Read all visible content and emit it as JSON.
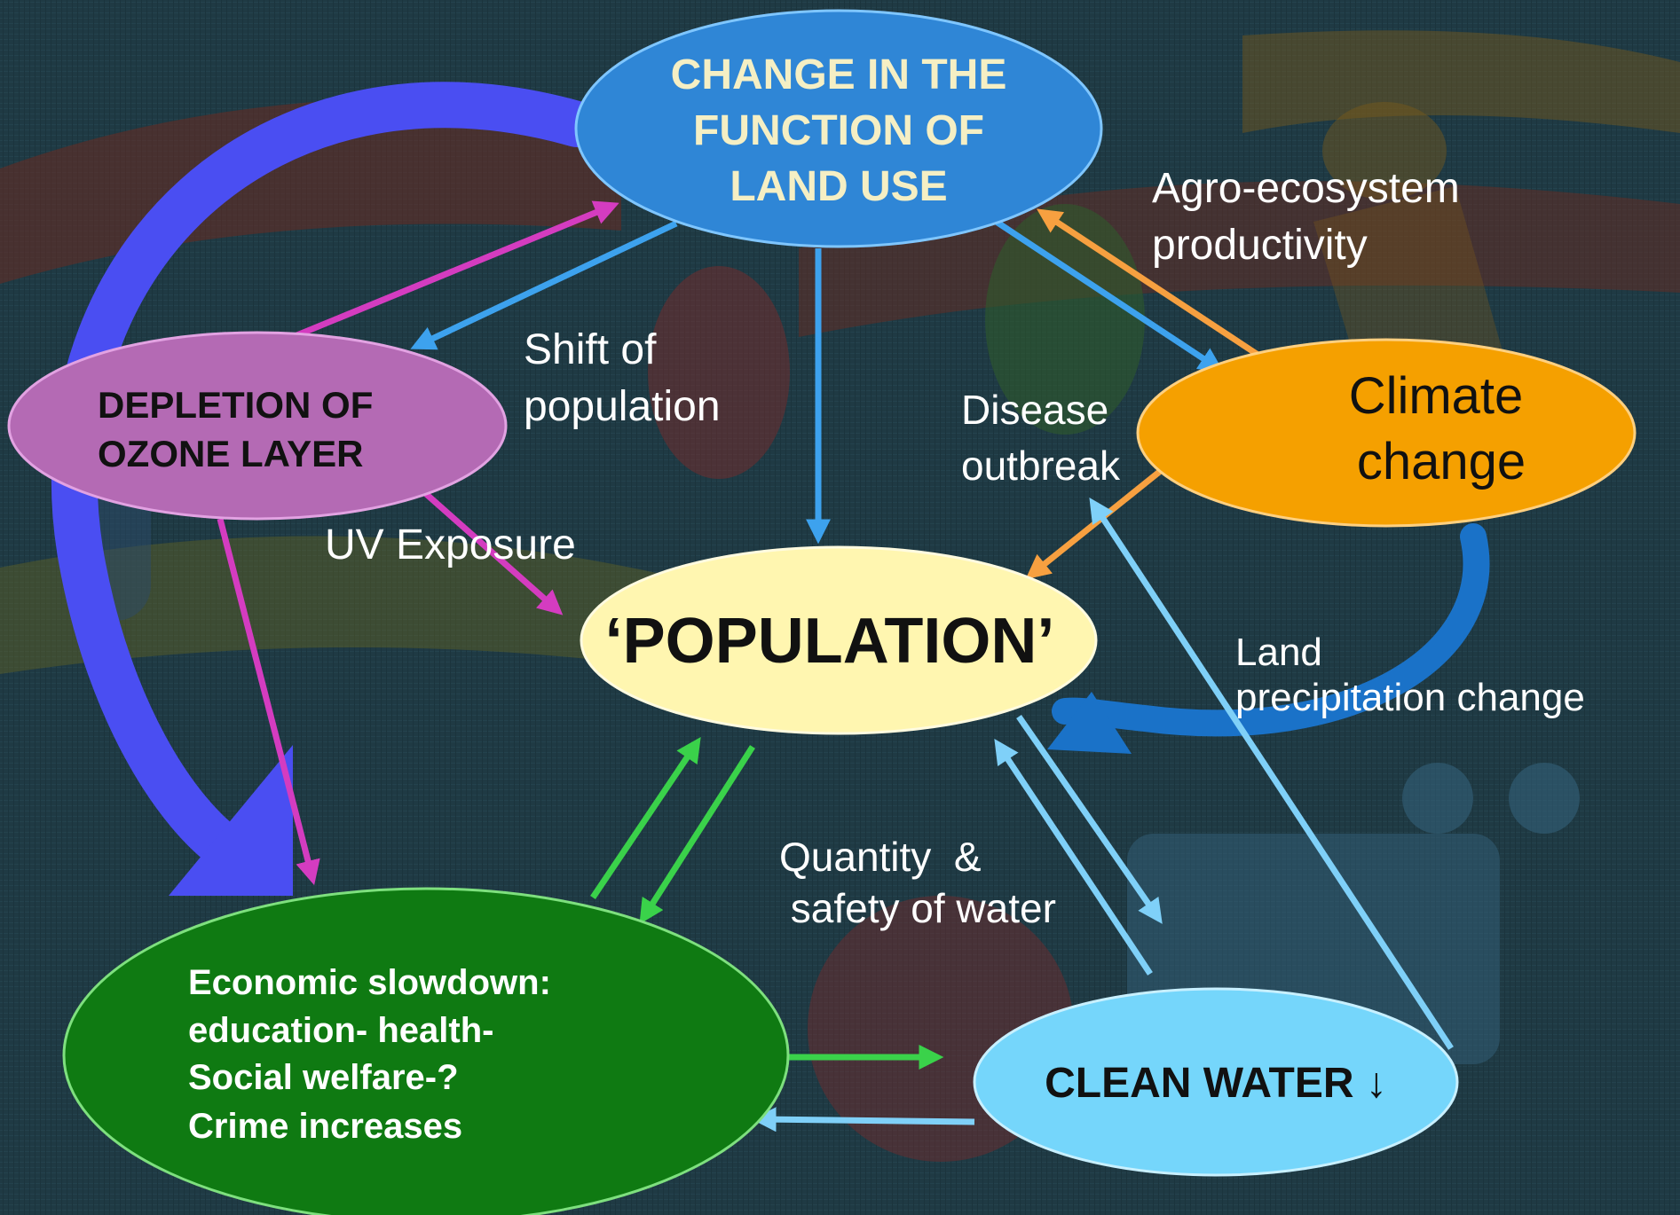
{
  "nodes": {
    "land_use": {
      "lines": [
        "CHANGE IN THE",
        "FUNCTION OF",
        "LAND USE"
      ],
      "fill": "#2f86d6",
      "text_color": "#f5efc4"
    },
    "ozone": {
      "lines": [
        "DEPLETION OF",
        "OZONE LAYER"
      ],
      "fill": "#b46ab4",
      "text_color": "#111111"
    },
    "climate": {
      "lines": [
        "Climate",
        "change"
      ],
      "fill": "#f5a000",
      "text_color": "#111111"
    },
    "population": {
      "lines": [
        "‘POPULATION’"
      ],
      "fill": "#fff6b0",
      "text_color": "#111111"
    },
    "economic": {
      "lines": [
        "Economic slowdown:",
        "education- health-",
        "Social welfare-?",
        "Crime increases"
      ],
      "fill": "#0f7a12",
      "text_color": "#ffffff"
    },
    "clean_water": {
      "lines": [
        "CLEAN WATER ↓"
      ],
      "fill": "#75d6fb",
      "text_color": "#111111"
    }
  },
  "edge_labels": {
    "agro": [
      "Agro-ecosystem",
      "productivity"
    ],
    "shift": [
      "Shift of",
      "population"
    ],
    "disease": [
      "Disease",
      "outbreak"
    ],
    "uv": [
      "UV Exposure"
    ],
    "land_precip": [
      "Land",
      "precipitation change"
    ],
    "water_quantity": [
      "Quantity  &",
      " safety of water"
    ]
  },
  "colors": {
    "background": "#1f3a44",
    "arrow_blue": "#3da2ee",
    "arrow_big_blue": "#4a4ef2",
    "arrow_magenta": "#d43cc0",
    "arrow_orange": "#f7a040",
    "arrow_green": "#3ad24a",
    "arrow_light_blue": "#7fd0f8",
    "arrow_dark_blue": "#1a72c8"
  }
}
